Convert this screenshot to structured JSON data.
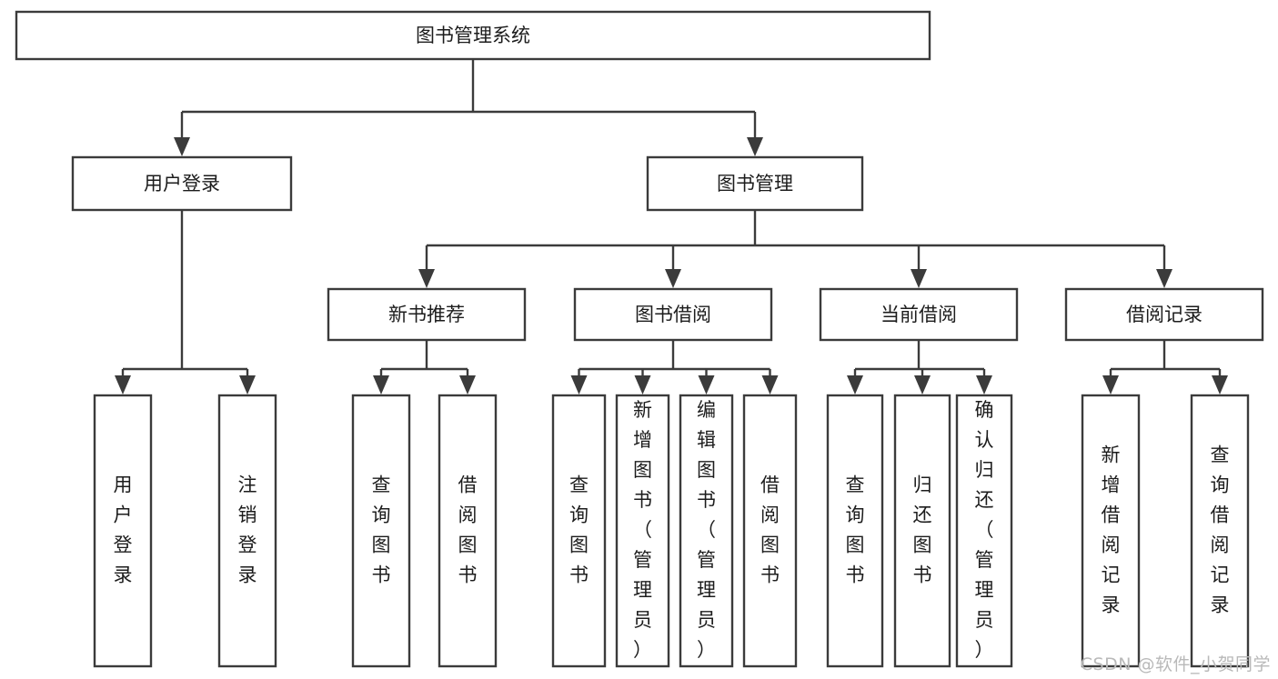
{
  "diagram": {
    "kind": "tree-structure-chart",
    "title": "图书管理系统",
    "orientation": "top-down",
    "background_color": "#ffffff",
    "line_color": "#3b3b3b",
    "text_color": "#1c1c1c",
    "levels": [
      {
        "level": 1,
        "nodes": [
          {
            "id": "root",
            "label": "图书管理系统",
            "text_orientation": "horizontal"
          }
        ]
      },
      {
        "level": 2,
        "nodes": [
          {
            "id": "login",
            "label": "用户登录",
            "text_orientation": "horizontal",
            "parent": "root"
          },
          {
            "id": "bookmgmt",
            "label": "图书管理",
            "text_orientation": "horizontal",
            "parent": "root"
          }
        ]
      },
      {
        "level": 3,
        "nodes": [
          {
            "id": "newbook",
            "label": "新书推荐",
            "text_orientation": "horizontal",
            "parent": "bookmgmt"
          },
          {
            "id": "borrow",
            "label": "图书借阅",
            "text_orientation": "horizontal",
            "parent": "bookmgmt"
          },
          {
            "id": "current",
            "label": "当前借阅",
            "text_orientation": "horizontal",
            "parent": "bookmgmt"
          },
          {
            "id": "records",
            "label": "借阅记录",
            "text_orientation": "horizontal",
            "parent": "bookmgmt"
          }
        ]
      },
      {
        "level": 4,
        "nodes": [
          {
            "id": "leaf-user-login",
            "label": "用户登录",
            "text_orientation": "vertical",
            "parent": "login"
          },
          {
            "id": "leaf-user-logout",
            "label": "注销登录",
            "text_orientation": "vertical",
            "parent": "login"
          },
          {
            "id": "leaf-query-book-1",
            "label": "查询图书",
            "text_orientation": "vertical",
            "parent": "newbook"
          },
          {
            "id": "leaf-borrow-book-1",
            "label": "借阅图书",
            "text_orientation": "vertical",
            "parent": "newbook"
          },
          {
            "id": "leaf-query-book-2",
            "label": "查询图书",
            "text_orientation": "vertical",
            "parent": "borrow"
          },
          {
            "id": "leaf-add-book",
            "label": "新增图书（管理员）",
            "text_orientation": "vertical",
            "parent": "borrow"
          },
          {
            "id": "leaf-edit-book",
            "label": "编辑图书（管理员）",
            "text_orientation": "vertical",
            "parent": "borrow"
          },
          {
            "id": "leaf-borrow-book-2",
            "label": "借阅图书",
            "text_orientation": "vertical",
            "parent": "borrow"
          },
          {
            "id": "leaf-query-book-3",
            "label": "查询图书",
            "text_orientation": "vertical",
            "parent": "current"
          },
          {
            "id": "leaf-return-book",
            "label": "归还图书",
            "text_orientation": "vertical",
            "parent": "current"
          },
          {
            "id": "leaf-confirm-return",
            "label": "确认归还（管理员）",
            "text_orientation": "vertical",
            "parent": "current"
          },
          {
            "id": "leaf-add-record",
            "label": "新增借阅记录",
            "text_orientation": "vertical",
            "parent": "records"
          },
          {
            "id": "leaf-query-record",
            "label": "查询借阅记录",
            "text_orientation": "vertical",
            "parent": "records"
          }
        ]
      }
    ]
  },
  "watermark": {
    "text": "CSDN @软件_小贺同学"
  }
}
